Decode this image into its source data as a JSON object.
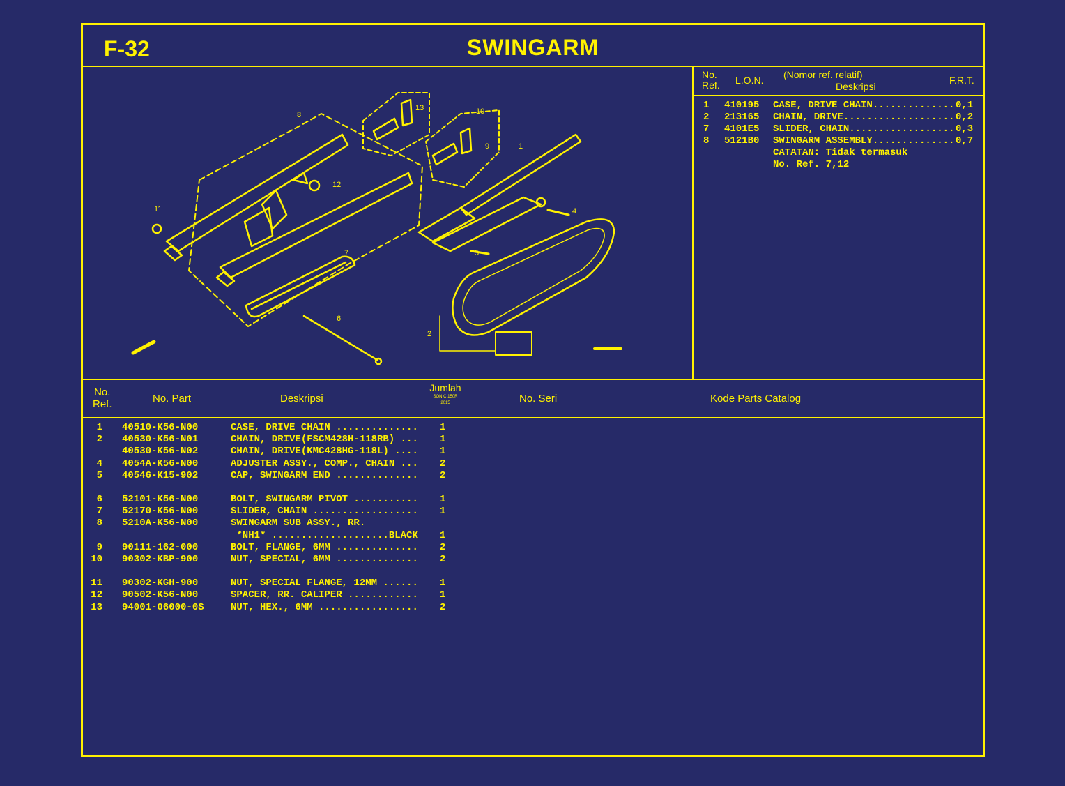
{
  "page": {
    "code": "F-32",
    "title": "SWINGARM"
  },
  "lon_table": {
    "headers": {
      "no_ref": [
        "No.",
        "Ref."
      ],
      "lon": "L.O.N.",
      "relatif": "(Nomor ref. relatif)",
      "deskripsi": "Deskripsi",
      "frt": "F.R.T."
    },
    "rows": [
      {
        "ref": "1",
        "lon": "410195",
        "desc": "CASE, DRIVE CHAIN..............",
        "frt": "0,1"
      },
      {
        "ref": "2",
        "lon": "213165",
        "desc": "CHAIN, DRIVE...................",
        "frt": "0,2"
      },
      {
        "ref": "7",
        "lon": "4101E5",
        "desc": "SLIDER, CHAIN..................",
        "frt": "0,3"
      },
      {
        "ref": "8",
        "lon": "5121B0",
        "desc": "SWINGARM ASSEMBLY..............",
        "frt": "0,7"
      }
    ],
    "notes": [
      "CATATAN: Tidak termasuk",
      "No. Ref. 7,12"
    ]
  },
  "parts_table": {
    "headers": {
      "no_ref": [
        "No.",
        "Ref."
      ],
      "no_part": "No. Part",
      "deskripsi": "Deskripsi",
      "jumlah": "Jumlah",
      "jumlah_model": "SONIC 150R",
      "jumlah_year": "2015",
      "no_seri": "No. Seri",
      "kode": "Kode Parts Catalog"
    },
    "rows": [
      {
        "ref": "1",
        "part": "40510-K56-N00",
        "desc": "CASE, DRIVE CHAIN ..............",
        "qty": "1"
      },
      {
        "ref": "2",
        "part": "40530-K56-N01",
        "desc": "CHAIN, DRIVE(FSCM428H-118RB) ...",
        "qty": "1"
      },
      {
        "ref": "",
        "part": "40530-K56-N02",
        "desc": "CHAIN, DRIVE(KMC428HG-118L) ....",
        "qty": "1"
      },
      {
        "ref": "4",
        "part": "4054A-K56-N00",
        "desc": "ADJUSTER ASSY., COMP., CHAIN ...",
        "qty": "2"
      },
      {
        "ref": "5",
        "part": "40546-K15-902",
        "desc": "CAP, SWINGARM END ..............",
        "qty": "2"
      },
      {
        "ref": "6",
        "part": "52101-K56-N00",
        "desc": "BOLT, SWINGARM PIVOT ...........",
        "qty": "1"
      },
      {
        "ref": "7",
        "part": "52170-K56-N00",
        "desc": "SLIDER, CHAIN ..................",
        "qty": "1"
      },
      {
        "ref": "8",
        "part": "5210A-K56-N00",
        "desc": "SWINGARM SUB ASSY., RR.",
        "qty": ""
      },
      {
        "ref": "",
        "part": "",
        "desc": " *NH1* ....................BLACK",
        "qty": "1"
      },
      {
        "ref": "9",
        "part": "90111-162-000",
        "desc": "BOLT, FLANGE, 6MM ..............",
        "qty": "2"
      },
      {
        "ref": "10",
        "part": "90302-KBP-900",
        "desc": "NUT, SPECIAL, 6MM ..............",
        "qty": "2"
      },
      {
        "ref": "11",
        "part": "90302-KGH-900",
        "desc": "NUT, SPECIAL FLANGE, 12MM ......",
        "qty": "1"
      },
      {
        "ref": "12",
        "part": "90502-K56-N00",
        "desc": "SPACER, RR. CALIPER ............",
        "qty": "1"
      },
      {
        "ref": "13",
        "part": "94001-06000-0S",
        "desc": "NUT, HEX., 6MM .................",
        "qty": "2"
      }
    ]
  },
  "diagram": {
    "callouts": [
      "1",
      "2",
      "4",
      "5",
      "6",
      "7",
      "8",
      "9",
      "10",
      "11",
      "12",
      "13"
    ],
    "colors": {
      "background": "#262a68",
      "line": "#fff200"
    }
  }
}
